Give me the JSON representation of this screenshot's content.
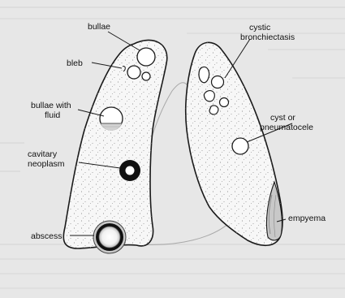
{
  "figure": {
    "labels": {
      "bullae": "bullae",
      "bleb": "bleb",
      "bullae_fluid_line1": "bullae with",
      "bullae_fluid_line2": "fluid",
      "cavitary_line1": "cavitary",
      "cavitary_line2": "neoplasm",
      "abscess": "abscess",
      "cystic_line1": "cystic",
      "cystic_line2": "bronchiectasis",
      "cyst_line1": "cyst or",
      "cyst_line2": "pneumatocele",
      "empyema": "empyema"
    },
    "colors": {
      "page": "#e7e7e7",
      "lung_fill": "#f7f7f7",
      "outline": "#1a1a1a",
      "lesion_dark": "#111111"
    }
  }
}
